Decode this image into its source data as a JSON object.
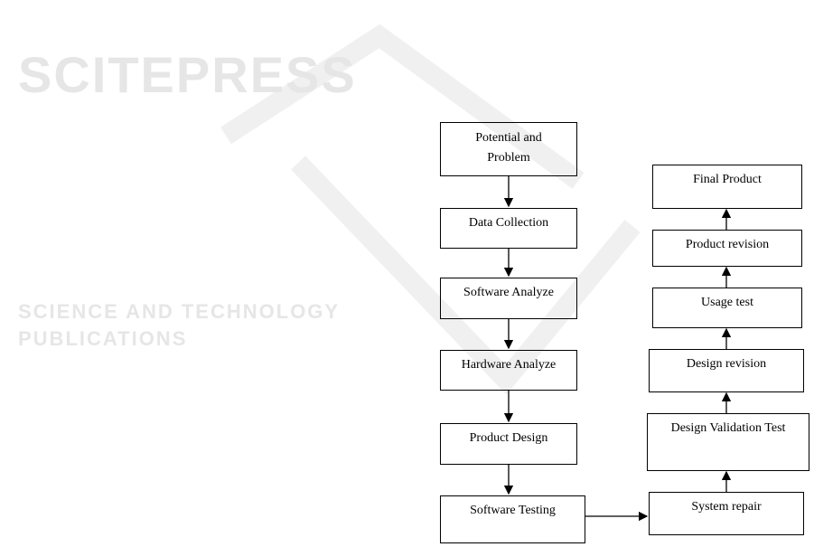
{
  "watermark": {
    "title": "SCITEPRESS",
    "subtitle": "SCIENCE AND TECHNOLOGY PUBLICATIONS"
  },
  "left_column": [
    "Potential and Problem",
    "Data Collection",
    "Software Analyze",
    "Hardware Analyze",
    "Product Design",
    "Software Testing"
  ],
  "right_column": [
    "System repair",
    "Design Validation Test",
    "Design revision",
    "Usage test",
    "Product revision",
    "Final Product"
  ]
}
